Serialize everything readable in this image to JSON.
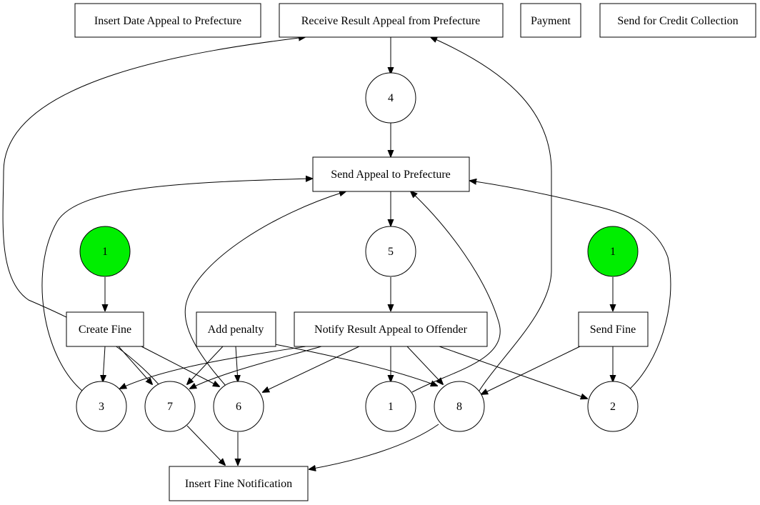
{
  "colors": {
    "initial_marking": "#00ee00",
    "place": "#ffffff",
    "stroke": "#000000"
  },
  "transitions": {
    "insert_date_appeal": "Insert Date Appeal to Prefecture",
    "receive_result_appeal": "Receive Result Appeal from Prefecture",
    "payment": "Payment",
    "send_credit_collection": "Send for Credit Collection",
    "send_appeal": "Send Appeal to Prefecture",
    "create_fine": "Create Fine",
    "add_penalty": "Add penalty",
    "notify_result_appeal": "Notify Result Appeal to Offender",
    "send_fine": "Send Fine",
    "insert_fine_notification": "Insert Fine Notification"
  },
  "places": {
    "p4": {
      "label": "4",
      "marked": false
    },
    "p5": {
      "label": "5",
      "marked": false
    },
    "start_create": {
      "label": "1",
      "marked": true
    },
    "start_send": {
      "label": "1",
      "marked": true
    },
    "p3": {
      "label": "3",
      "marked": false
    },
    "p7": {
      "label": "7",
      "marked": false
    },
    "p6": {
      "label": "6",
      "marked": false
    },
    "p1": {
      "label": "1",
      "marked": false
    },
    "p8": {
      "label": "8",
      "marked": false
    },
    "p2": {
      "label": "2",
      "marked": false
    }
  }
}
